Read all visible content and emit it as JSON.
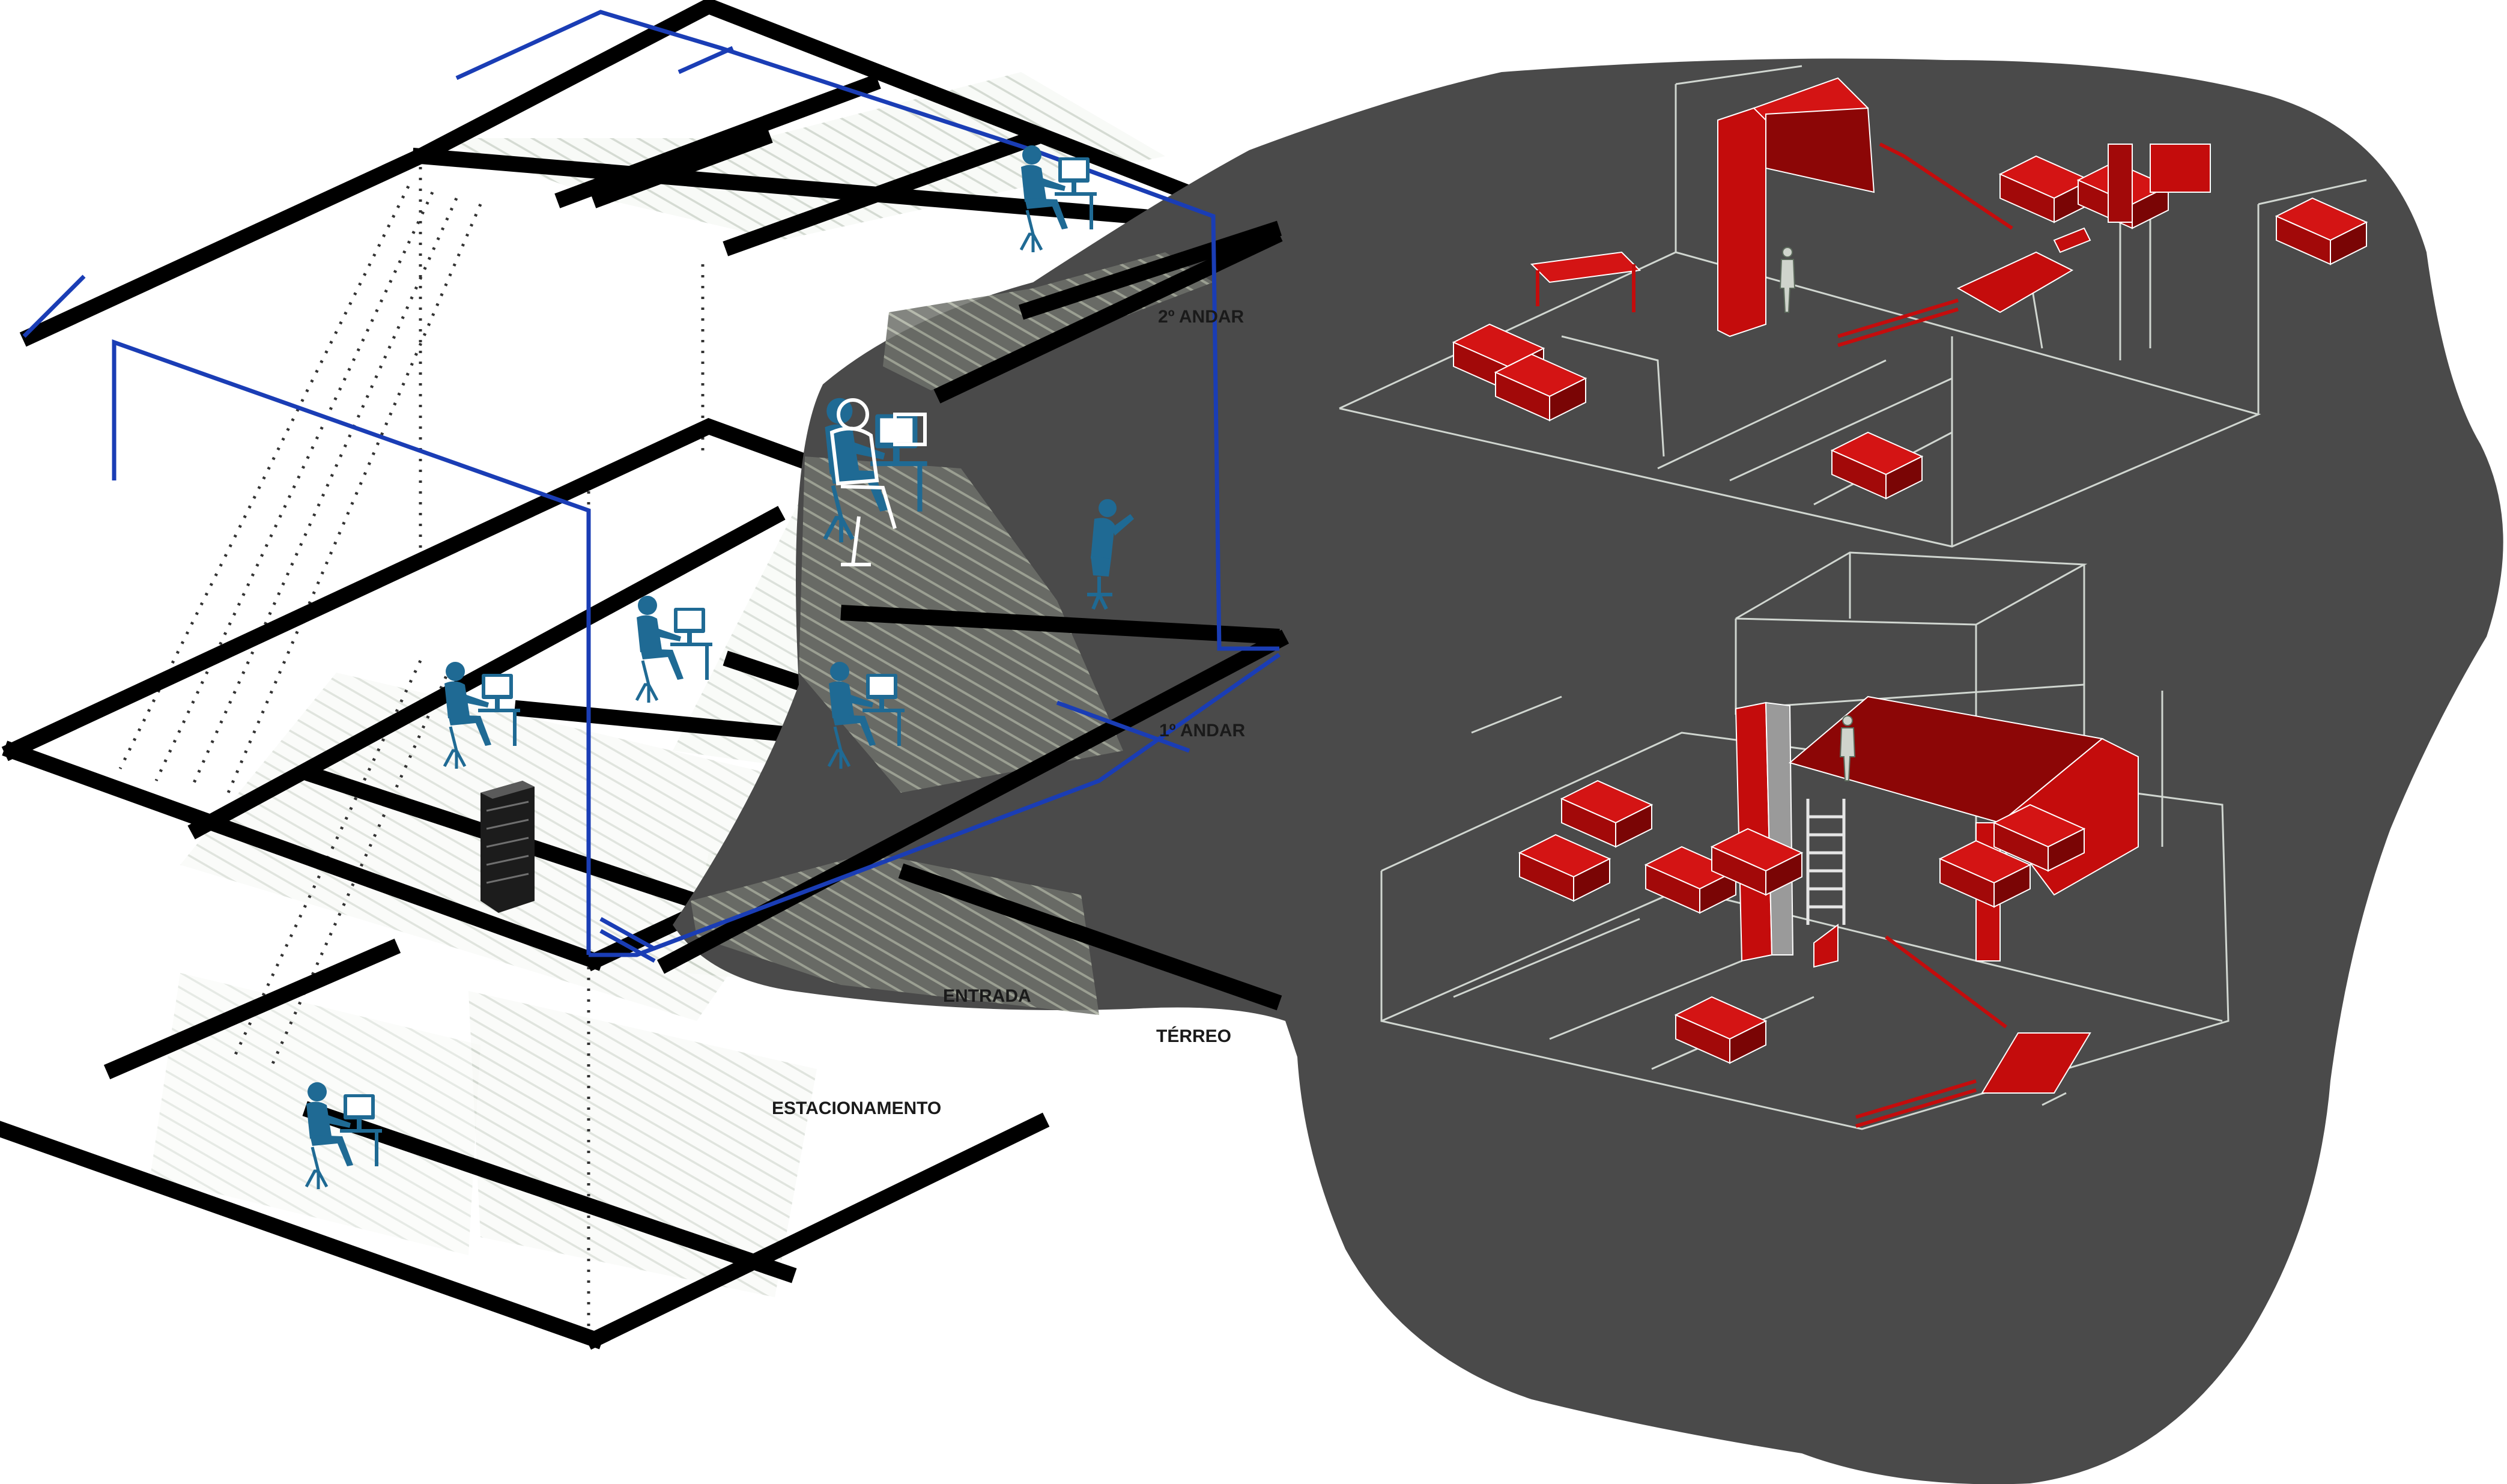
{
  "labels": {
    "floor2": "2º ANDAR",
    "floor1": "1º ANDAR",
    "entrance": "ENTRADA",
    "ground": "TÉRREO",
    "parking": "ESTACIONAMENTO"
  },
  "colors": {
    "structure": "#000000",
    "network_line": "#1a3db5",
    "worker_icon": "#1f6a94",
    "dark_cloud": "#4a4a4a",
    "furniture_red": "#c40c0c",
    "furniture_red_dark": "#7a0505",
    "wireframe": "#d0d6d0",
    "hatch": "#9aa79a"
  },
  "icons": {
    "worker": "person-at-computer-icon",
    "seated_worker": "seated-person-icon",
    "server": "server-rack-icon",
    "standing_person": "standing-person-icon"
  }
}
